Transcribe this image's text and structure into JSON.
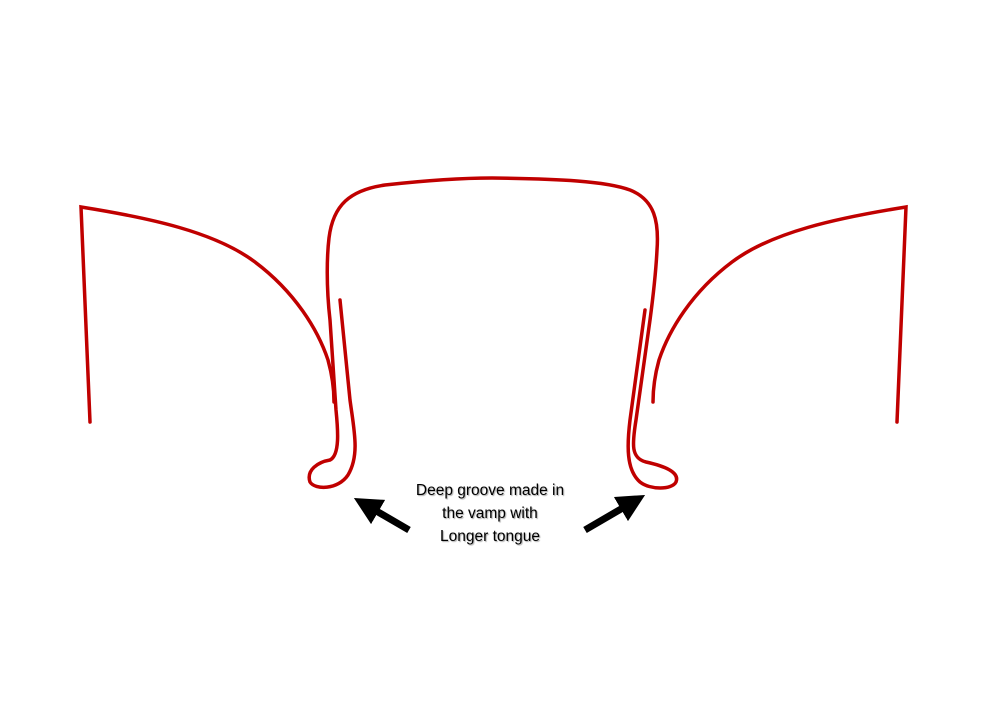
{
  "colors": {
    "outline": "#c00000",
    "arrow": "#000000"
  },
  "annotation": {
    "lines": [
      "Deep groove made in",
      "the vamp with",
      "Longer tongue"
    ]
  }
}
